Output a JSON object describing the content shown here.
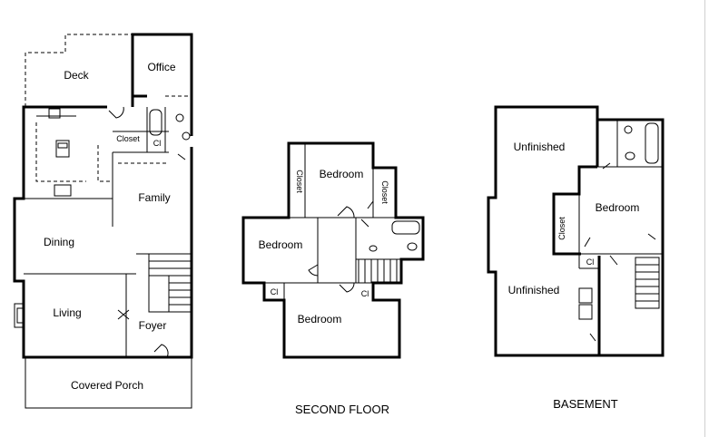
{
  "main_floor": {
    "rooms": {
      "deck": "Deck",
      "office": "Office",
      "closet": "Closet",
      "cl": "Cl",
      "family": "Family",
      "dining": "Dining",
      "living": "Living",
      "foyer": "Foyer",
      "covered_porch": "Covered Porch"
    }
  },
  "second_floor": {
    "title": "SECOND FLOOR",
    "rooms": {
      "bedroom_top": "Bedroom",
      "bedroom_left": "Bedroom",
      "bedroom_bottom": "Bedroom",
      "closet_left": "Closet",
      "closet_right": "Closet",
      "cl_left": "Cl",
      "cl_right": "Cl"
    }
  },
  "basement": {
    "title": "BASEMENT",
    "rooms": {
      "unfinished_top": "Unfinished",
      "unfinished_bottom": "Unfinished",
      "bedroom": "Bedroom",
      "closet": "Closet",
      "cl": "Cl"
    }
  }
}
